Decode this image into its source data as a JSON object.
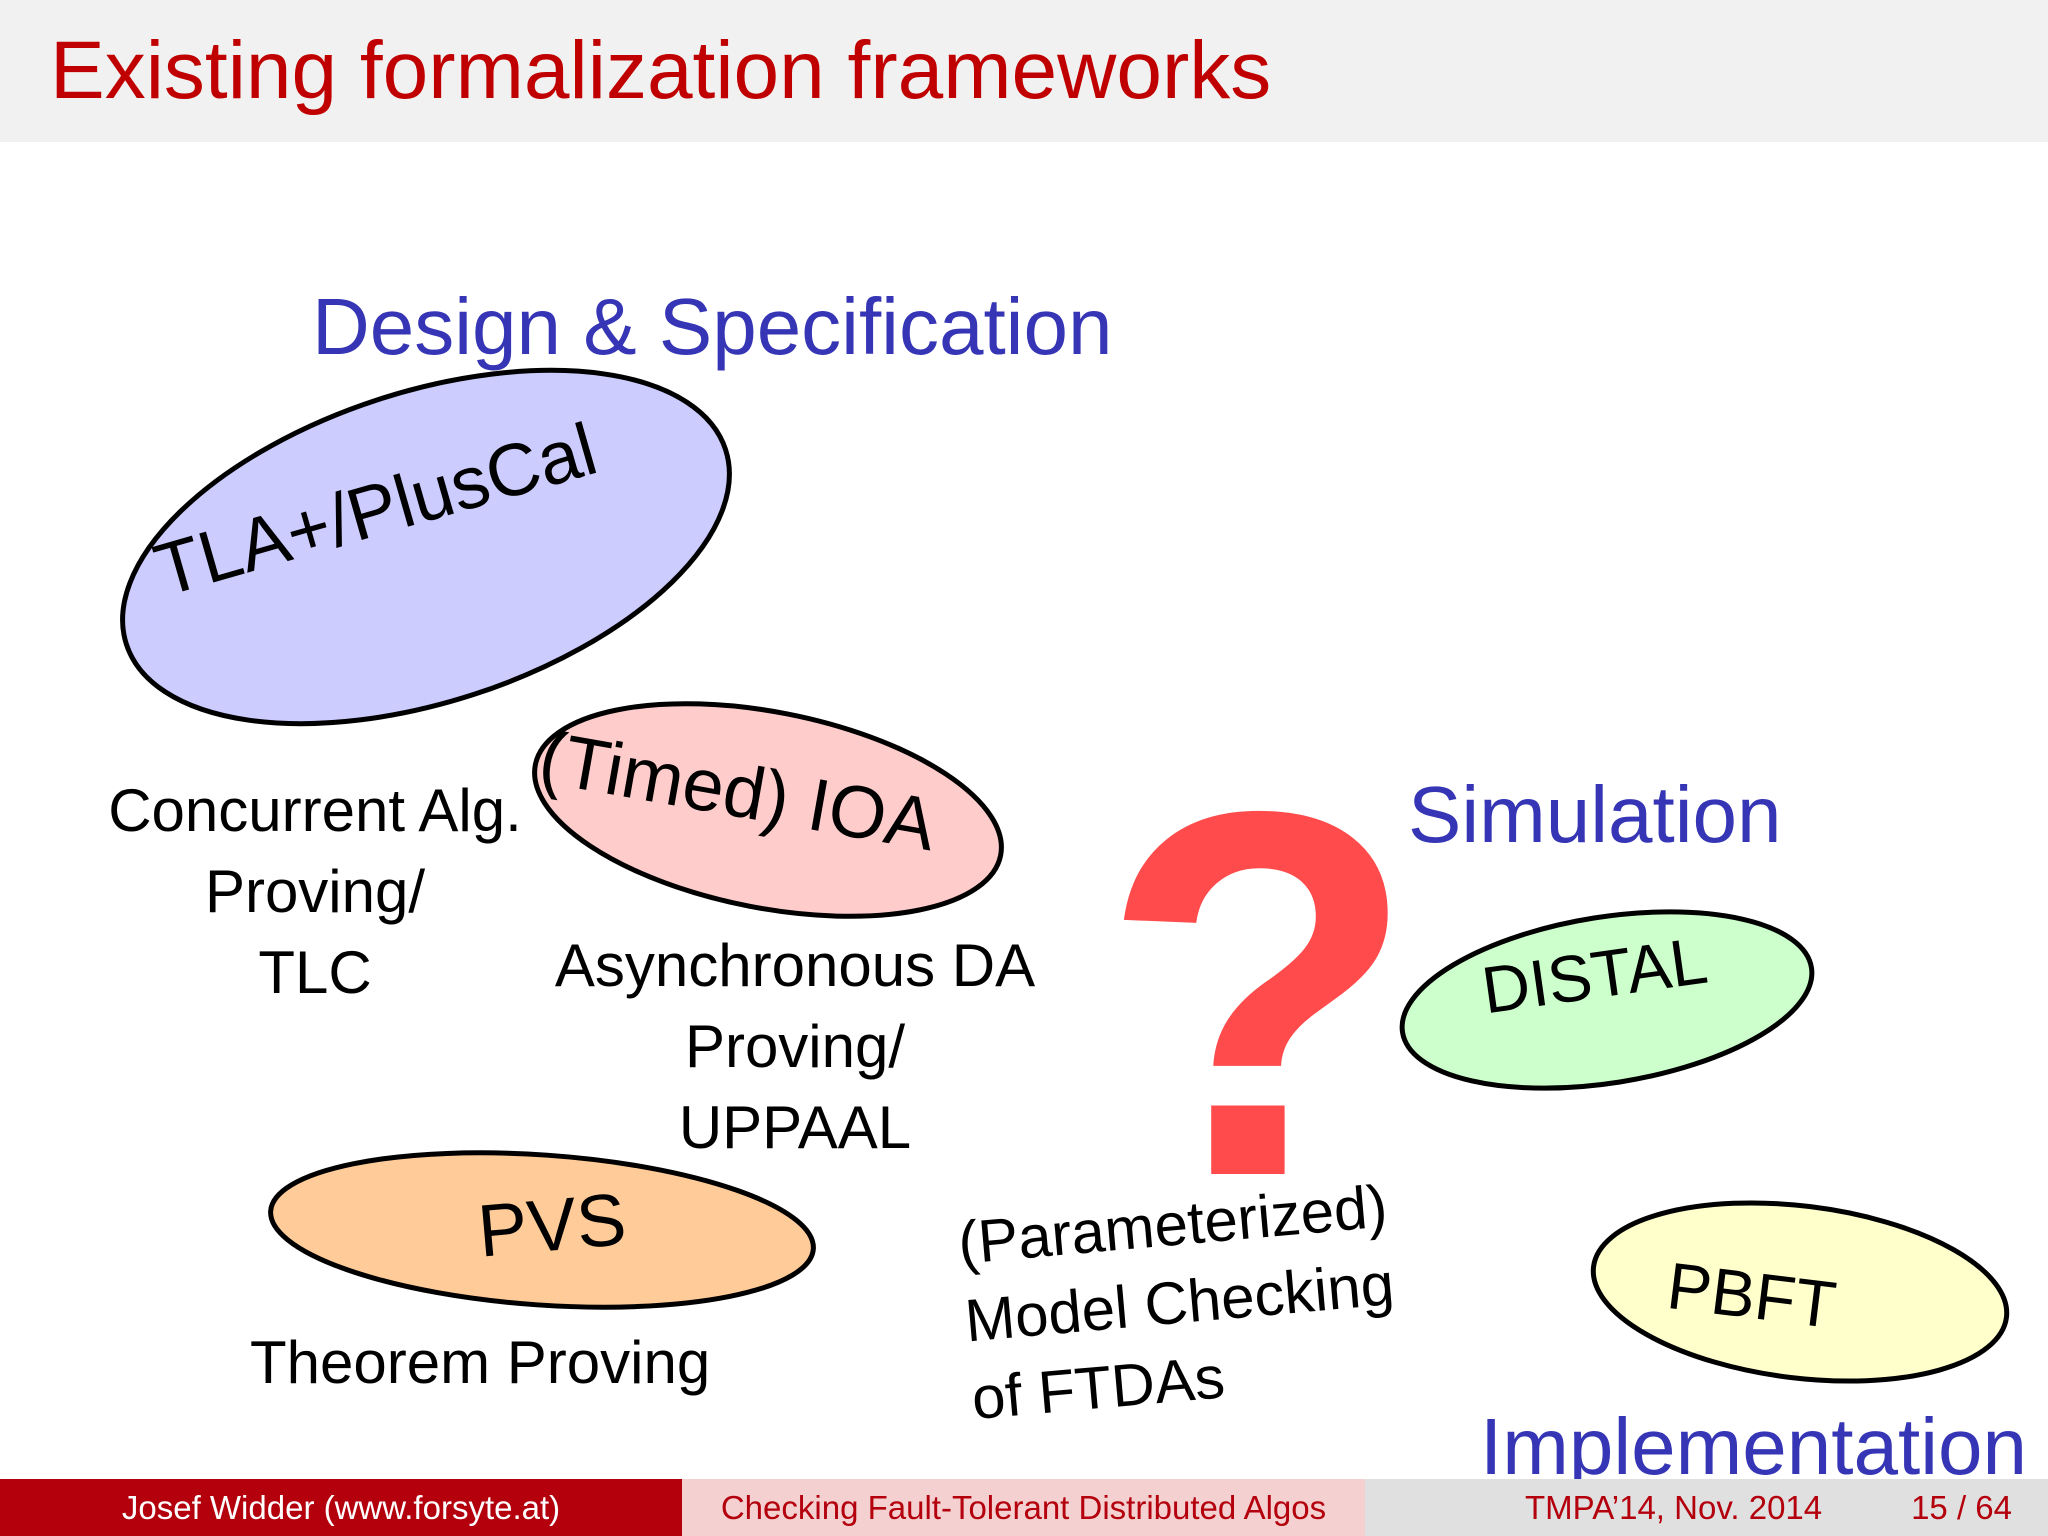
{
  "slide": {
    "title": "Existing formalization frameworks",
    "headings": {
      "design": "Design & Specification",
      "simulation": "Simulation",
      "implementation": "Implementation"
    },
    "ellipses": {
      "tla": {
        "label": "TLA+/PlusCal",
        "fill": "#ccccff"
      },
      "ioa": {
        "label": "(Timed) IOA",
        "fill": "#ffcccc"
      },
      "pvs": {
        "label": "PVS",
        "fill": "#ffcc99"
      },
      "distal": {
        "label": "DISTAL",
        "fill": "#ccffcc"
      },
      "pbft": {
        "label": "PBFT",
        "fill": "#ffffcc"
      }
    },
    "notes": {
      "concurrent": [
        "Concurrent Alg.",
        "Proving/",
        "TLC"
      ],
      "async": [
        "Asynchronous DA",
        "Proving/",
        "UPPAAL"
      ],
      "theorem": "Theorem Proving",
      "param": [
        "(Parameterized)",
        "Model Checking",
        "of FTDAs"
      ]
    },
    "question_mark": "?"
  },
  "footer": {
    "author": "Josef Widder  (www.forsyte.at)",
    "talk": "Checking Fault-Tolerant Distributed Algos",
    "event": "TMPA’14, Nov. 2014",
    "page": "15 / 64"
  },
  "colors": {
    "title": "#c00000",
    "heading": "#3535b5",
    "question_mark": "#ff4b4b",
    "footer_dark": "#b3000c",
    "footer_light": "#f4d0d0",
    "footer_gray": "#e0e0e0"
  }
}
